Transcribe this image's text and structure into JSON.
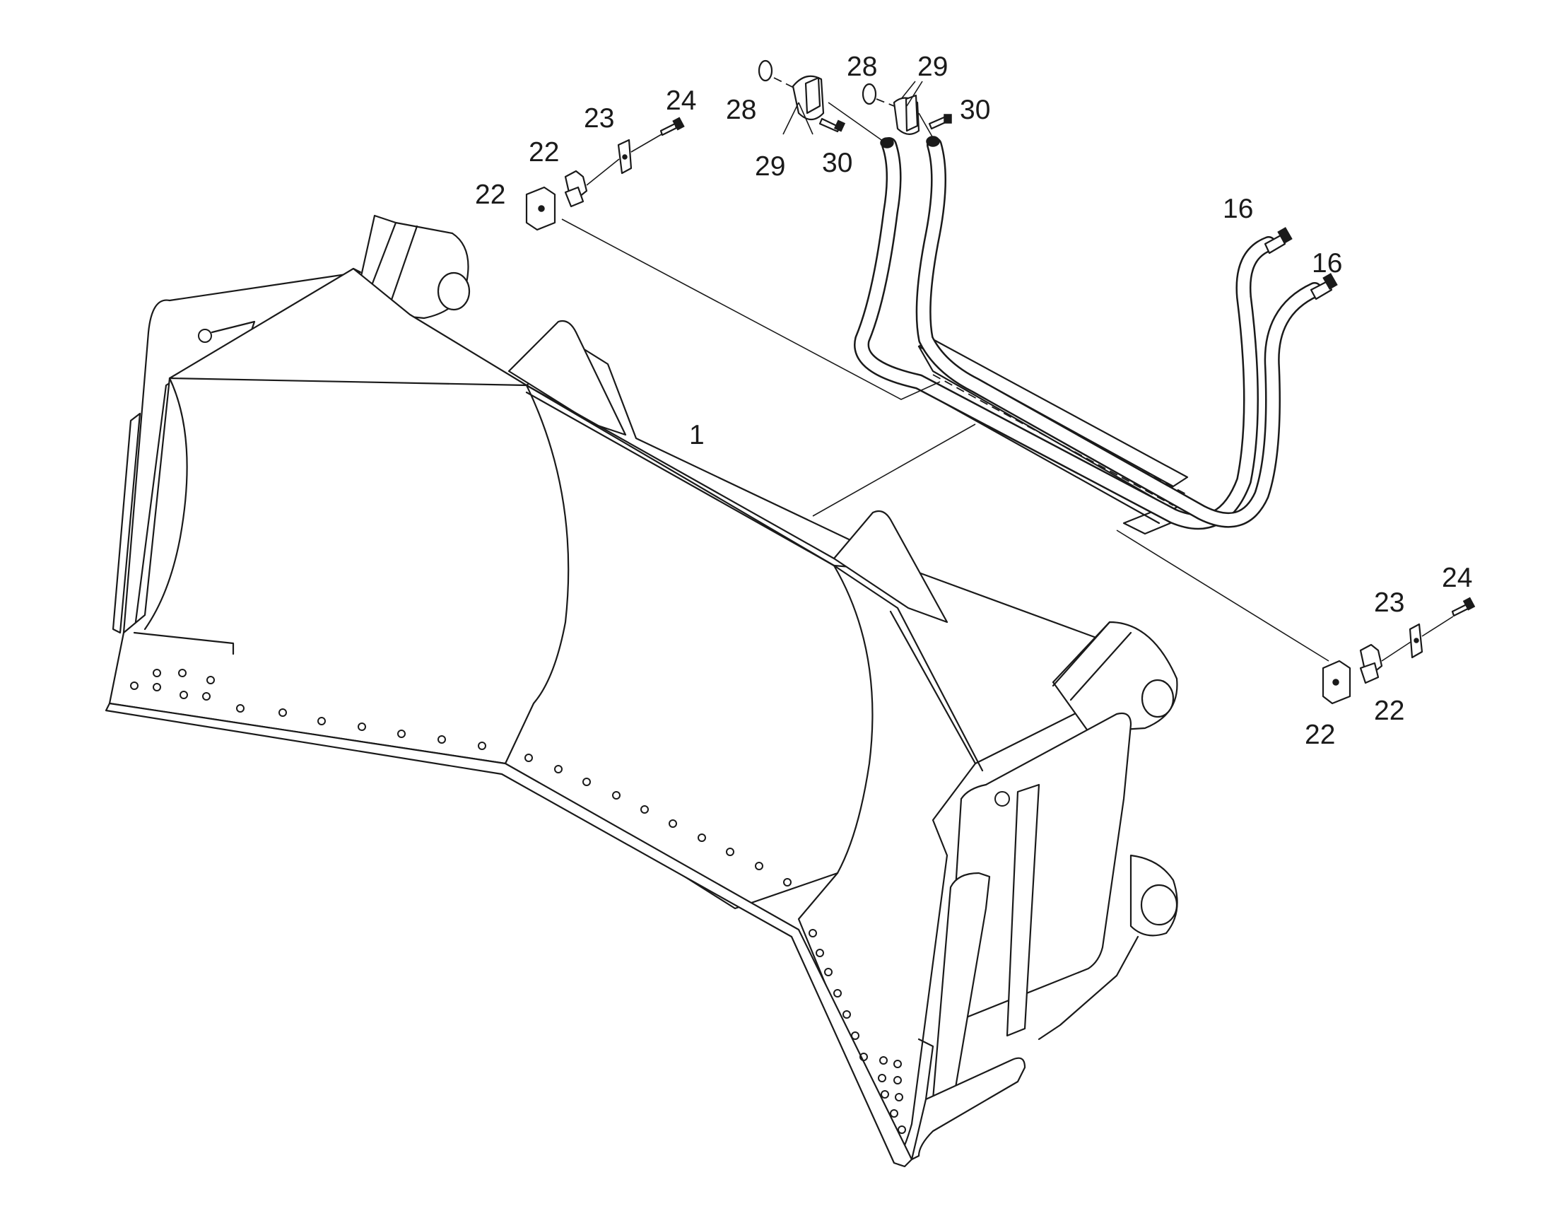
{
  "callouts": [
    {
      "id": "c1",
      "text": "1"
    },
    {
      "id": "c16a",
      "text": "16"
    },
    {
      "id": "c16b",
      "text": "16"
    },
    {
      "id": "c22a",
      "text": "22"
    },
    {
      "id": "c22b",
      "text": "22"
    },
    {
      "id": "c22c",
      "text": "22"
    },
    {
      "id": "c22d",
      "text": "22"
    },
    {
      "id": "c23a",
      "text": "23"
    },
    {
      "id": "c23b",
      "text": "23"
    },
    {
      "id": "c24a",
      "text": "24"
    },
    {
      "id": "c24b",
      "text": "24"
    },
    {
      "id": "c28a",
      "text": "28"
    },
    {
      "id": "c28b",
      "text": "28"
    },
    {
      "id": "c29a",
      "text": "29"
    },
    {
      "id": "c29b",
      "text": "29"
    },
    {
      "id": "c30a",
      "text": "30"
    },
    {
      "id": "c30b",
      "text": "30"
    }
  ]
}
